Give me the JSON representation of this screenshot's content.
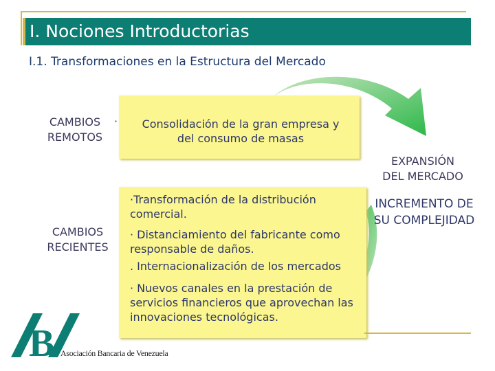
{
  "slide": {
    "title": "I. Nociones Introductorias",
    "subtitle": "I.1. Transformaciones en la Estructura del Mercado",
    "remotos": {
      "label_line1": "CAMBIOS",
      "label_line2": "REMOTOS",
      "bullet": "·",
      "box_text_line1": "Consolidación de la gran empresa y",
      "box_text_line2": "del consumo de masas"
    },
    "recientes": {
      "label_line1": "CAMBIOS",
      "label_line2": "RECIENTES",
      "items": [
        "·Transformación de la distribución comercial.",
        "· Distanciamiento del fabricante como responsable de daños.",
        ". Internacionalización de los mercados",
        "· Nuevos canales en la prestación de servicios financieros que aprovechan las innovaciones tecnológicas."
      ]
    },
    "expansion": {
      "line1": "EXPANSIÓN",
      "line2": "DEL MERCADO"
    },
    "incremento": {
      "line1": "INCREMENTO DE",
      "line2": "SU COMPLEJIDAD"
    }
  },
  "logo": {
    "letter": "B",
    "text": "Asociación Bancaria de Venezuela",
    "color": "#0d7e74"
  },
  "colors": {
    "title_bar": "#0d7e74",
    "accent_line": "#d4b84a",
    "box_fill": "#fbf690",
    "arrow_light": "#a8d5a0",
    "arrow_dark": "#2eb84a"
  }
}
